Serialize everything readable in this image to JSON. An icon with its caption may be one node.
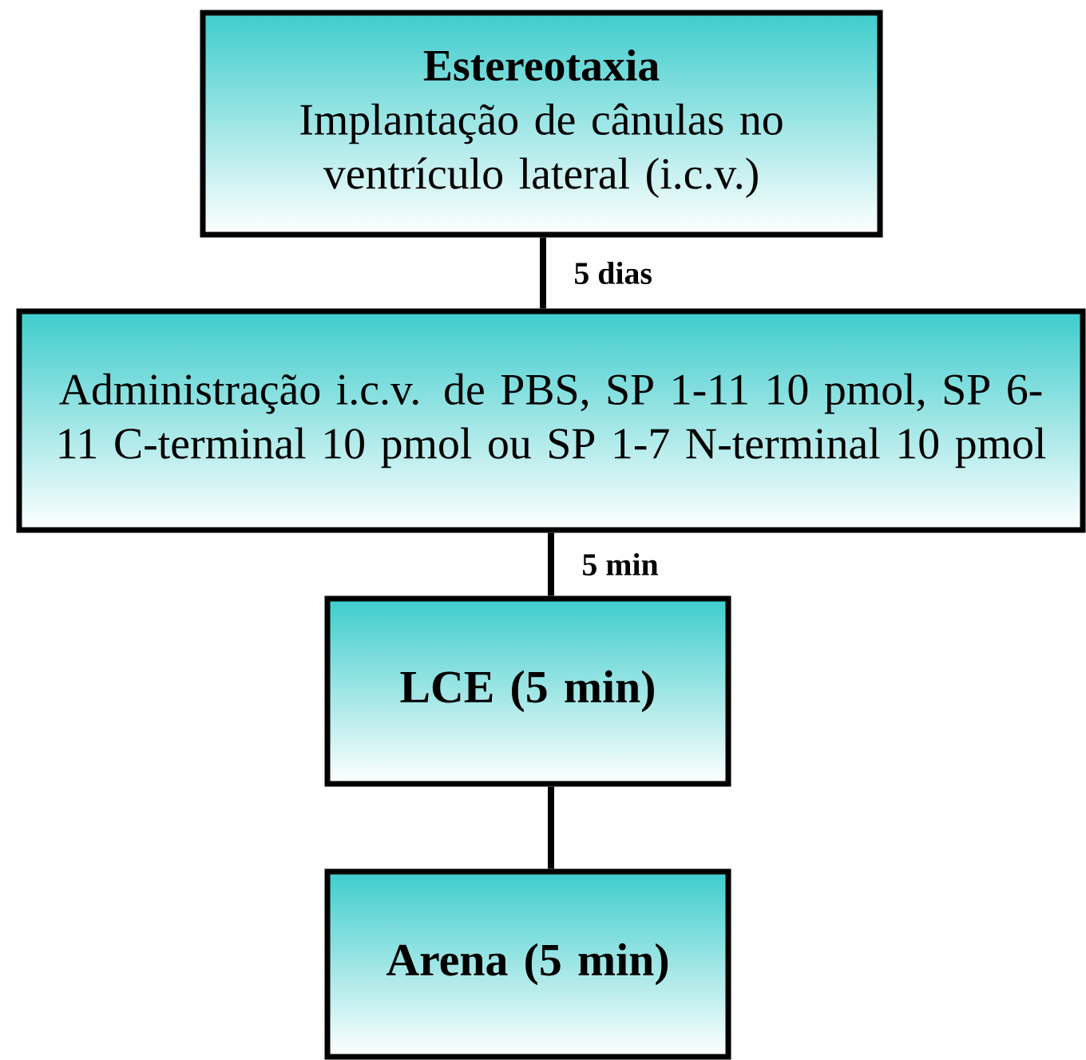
{
  "diagram": {
    "nodes": [
      {
        "text": [
          "Estereotaxia",
          "Implantação de cânulas no ventrículo lateral (i.c.v.)"
        ]
      },
      {
        "text": [
          "Administração i.c.v. de PBS, SP 1-11 10 pmol, SP 6-11 C-terminal 10 pmol ou SP 1-7 N-terminal 10 pmol"
        ]
      },
      {
        "text": [
          "LCE (5 min)"
        ]
      },
      {
        "text": [
          "Arena (5 min)"
        ]
      }
    ],
    "edges": [
      {
        "from": 0,
        "to": 1,
        "arrow": "none",
        "label": "5 dias"
      },
      {
        "from": 1,
        "to": 2,
        "arrow": "none",
        "label": "5 min"
      },
      {
        "from": 2,
        "to": 3,
        "arrow": "none"
      }
    ]
  }
}
